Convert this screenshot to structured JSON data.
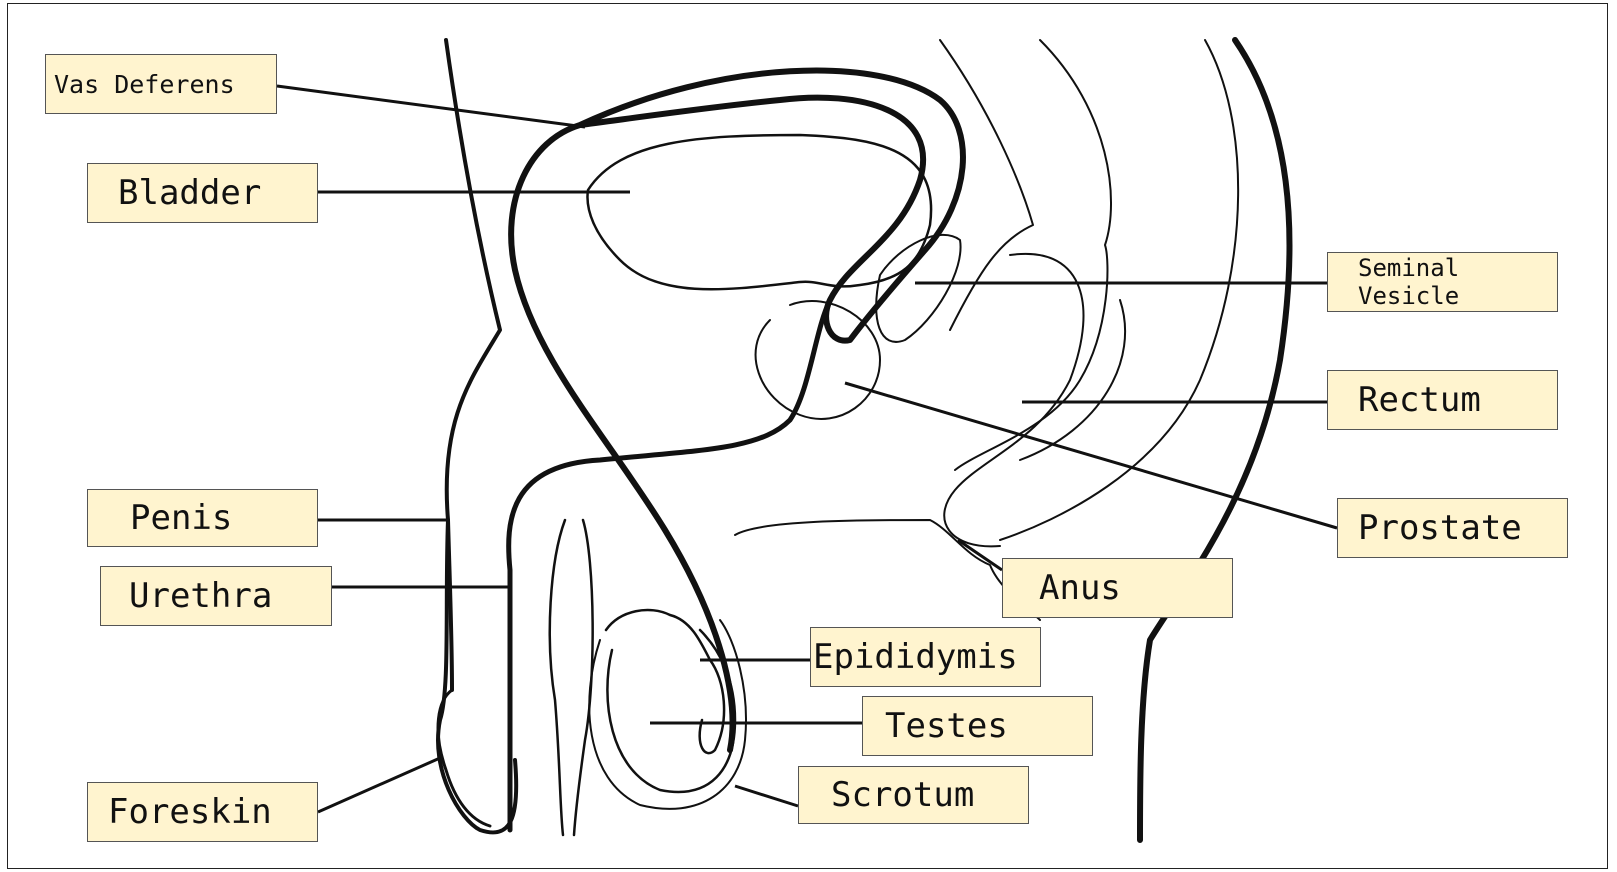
{
  "diagram": {
    "colors": {
      "label_fill": "#fff4cf",
      "label_border": "#555555",
      "stroke": "#111111"
    },
    "labels": {
      "vas_deferens": "Vas Deferens",
      "bladder": "Bladder",
      "seminal_vesicle_line1": "Seminal",
      "seminal_vesicle_line2": "Vesicle",
      "rectum": "Rectum",
      "prostate": "Prostate",
      "penis": "Penis",
      "urethra": "Urethra",
      "anus": "Anus",
      "epididymis": "Epididymis",
      "testes": "Testes",
      "scrotum": "Scrotum",
      "foreskin": "Foreskin"
    }
  }
}
